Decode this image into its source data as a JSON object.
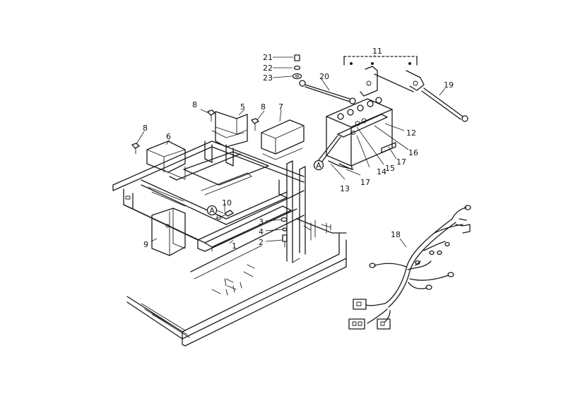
{
  "callouts": [
    {
      "id": "c1",
      "label": "1"
    },
    {
      "id": "c2",
      "label": "2"
    },
    {
      "id": "c3",
      "label": "3"
    },
    {
      "id": "c4",
      "label": "4"
    },
    {
      "id": "c5",
      "label": "5"
    },
    {
      "id": "c6",
      "label": "6"
    },
    {
      "id": "c7",
      "label": "7"
    },
    {
      "id": "c8a",
      "label": "8"
    },
    {
      "id": "c8b",
      "label": "8"
    },
    {
      "id": "c8c",
      "label": "8"
    },
    {
      "id": "c9",
      "label": "9"
    },
    {
      "id": "c10",
      "label": "10"
    },
    {
      "id": "c11",
      "label": "11"
    },
    {
      "id": "c12",
      "label": "12"
    },
    {
      "id": "c13",
      "label": "13"
    },
    {
      "id": "c14",
      "label": "14"
    },
    {
      "id": "c15",
      "label": "15"
    },
    {
      "id": "c16",
      "label": "16"
    },
    {
      "id": "c17a",
      "label": "17"
    },
    {
      "id": "c17b",
      "label": "17"
    },
    {
      "id": "c18",
      "label": "18"
    },
    {
      "id": "c19",
      "label": "19"
    },
    {
      "id": "c20",
      "label": "20"
    },
    {
      "id": "c21",
      "label": "21"
    },
    {
      "id": "c22",
      "label": "22"
    },
    {
      "id": "c23",
      "label": "23"
    }
  ],
  "markers": [
    {
      "id": "mA1",
      "label": "A"
    },
    {
      "id": "mA2",
      "label": "A"
    }
  ]
}
